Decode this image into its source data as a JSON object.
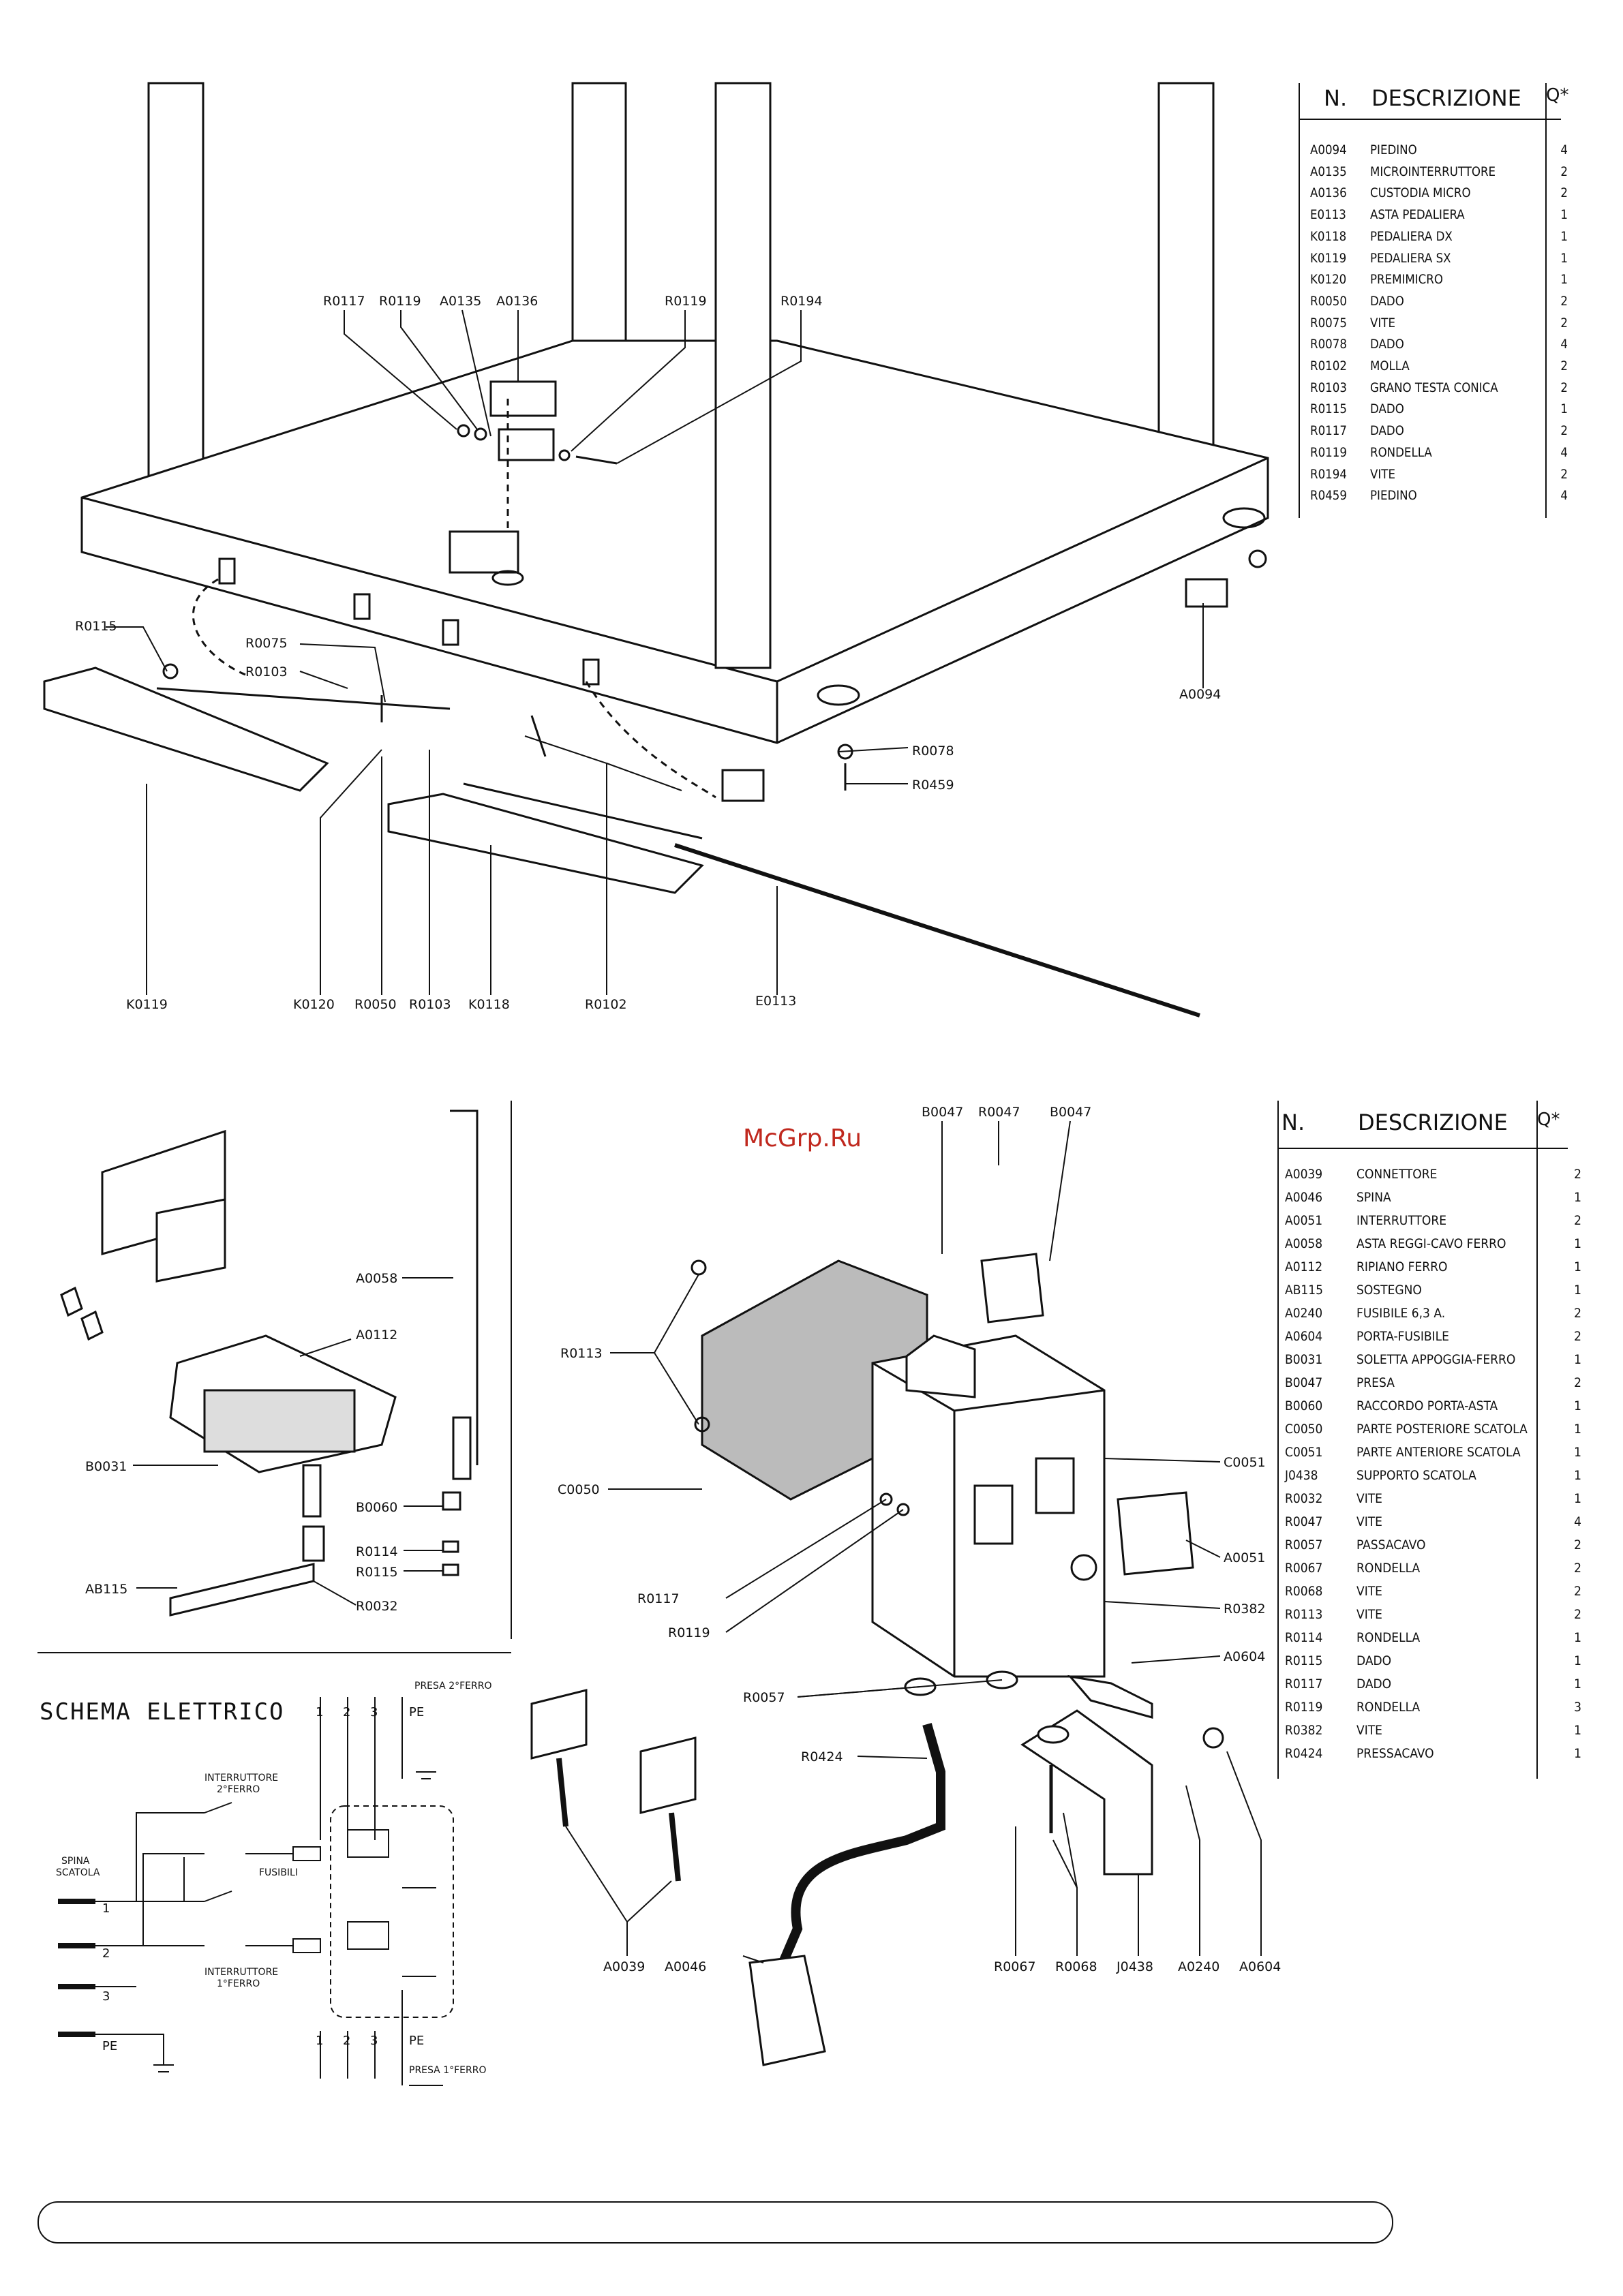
{
  "table1": {
    "headers": {
      "n": "N.",
      "desc": "DESCRIZIONE",
      "q": "Q*"
    },
    "rows": [
      {
        "code": "A0094",
        "desc": "PIEDINO",
        "qty": "4"
      },
      {
        "code": "A0135",
        "desc": "MICROINTERRUTTORE",
        "qty": "2"
      },
      {
        "code": "A0136",
        "desc": "CUSTODIA MICRO",
        "qty": "2"
      },
      {
        "code": "E0113",
        "desc": "ASTA PEDALIERA",
        "qty": "1"
      },
      {
        "code": "K0118",
        "desc": "PEDALIERA DX",
        "qty": "1"
      },
      {
        "code": "K0119",
        "desc": "PEDALIERA SX",
        "qty": "1"
      },
      {
        "code": "K0120",
        "desc": "PREMIMICRO",
        "qty": "1"
      },
      {
        "code": "R0050",
        "desc": "DADO",
        "qty": "2"
      },
      {
        "code": "R0075",
        "desc": "VITE",
        "qty": "2"
      },
      {
        "code": "R0078",
        "desc": "DADO",
        "qty": "4"
      },
      {
        "code": "R0102",
        "desc": "MOLLA",
        "qty": "2"
      },
      {
        "code": "R0103",
        "desc": "GRANO TESTA CONICA",
        "qty": "2"
      },
      {
        "code": "R0115",
        "desc": "DADO",
        "qty": "1"
      },
      {
        "code": "R0117",
        "desc": "DADO",
        "qty": "2"
      },
      {
        "code": "R0119",
        "desc": "RONDELLA",
        "qty": "4"
      },
      {
        "code": "R0194",
        "desc": "VITE",
        "qty": "2"
      },
      {
        "code": "R0459",
        "desc": "PIEDINO",
        "qty": "4"
      }
    ]
  },
  "table2": {
    "headers": {
      "n": "N.",
      "desc": "DESCRIZIONE",
      "q": "Q*"
    },
    "rows": [
      {
        "code": "A0039",
        "desc": "CONNETTORE",
        "qty": "2"
      },
      {
        "code": "A0046",
        "desc": "SPINA",
        "qty": "1"
      },
      {
        "code": "A0051",
        "desc": "INTERRUTTORE",
        "qty": "2"
      },
      {
        "code": "A0058",
        "desc": "ASTA REGGI-CAVO FERRO",
        "qty": "1"
      },
      {
        "code": "A0112",
        "desc": "RIPIANO FERRO",
        "qty": "1"
      },
      {
        "code": "AB115",
        "desc": "SOSTEGNO",
        "qty": "1"
      },
      {
        "code": "A0240",
        "desc": "FUSIBILE 6,3 A.",
        "qty": "2"
      },
      {
        "code": "A0604",
        "desc": "PORTA-FUSIBILE",
        "qty": "2"
      },
      {
        "code": "B0031",
        "desc": "SOLETTA APPOGGIA-FERRO",
        "qty": "1"
      },
      {
        "code": "B0047",
        "desc": "PRESA",
        "qty": "2"
      },
      {
        "code": "B0060",
        "desc": "RACCORDO PORTA-ASTA",
        "qty": "1"
      },
      {
        "code": "C0050",
        "desc": "PARTE POSTERIORE SCATOLA",
        "qty": "1"
      },
      {
        "code": "C0051",
        "desc": "PARTE ANTERIORE SCATOLA",
        "qty": "1"
      },
      {
        "code": "J0438",
        "desc": "SUPPORTO SCATOLA",
        "qty": "1"
      },
      {
        "code": "R0032",
        "desc": "VITE",
        "qty": "1"
      },
      {
        "code": "R0047",
        "desc": "VITE",
        "qty": "4"
      },
      {
        "code": "R0057",
        "desc": "PASSACAVO",
        "qty": "2"
      },
      {
        "code": "R0067",
        "desc": "RONDELLA",
        "qty": "2"
      },
      {
        "code": "R0068",
        "desc": "VITE",
        "qty": "2"
      },
      {
        "code": "R0113",
        "desc": "VITE",
        "qty": "2"
      },
      {
        "code": "R0114",
        "desc": "RONDELLA",
        "qty": "1"
      },
      {
        "code": "R0115",
        "desc": "DADO",
        "qty": "1"
      },
      {
        "code": "R0117",
        "desc": "DADO",
        "qty": "1"
      },
      {
        "code": "R0119",
        "desc": "RONDELLA",
        "qty": "3"
      },
      {
        "code": "R0382",
        "desc": "VITE",
        "qty": "1"
      },
      {
        "code": "R0424",
        "desc": "PRESSACAVO",
        "qty": "1"
      }
    ]
  },
  "watermark": "McGrp.Ru",
  "schema": {
    "title": "SCHEMA ELETTRICO",
    "presa2": "PRESA 2°FERRO",
    "presa1": "PRESA 1°FERRO",
    "pe_top": "PE",
    "pe_bottom": "PE",
    "pe_left": "PE",
    "interruttore2_a": "INTERRUTTORE",
    "interruttore2_b": "2°FERRO",
    "interruttore1_a": "INTERRUTTORE",
    "interruttore1_b": "1°FERRO",
    "fusibili": "FUSIBILI",
    "spina_a": "SPINA",
    "spina_b": "SCATOLA",
    "n1": "1",
    "n2": "2",
    "n3": "3",
    "t1": "1",
    "t2": "2",
    "t3": "3",
    "b1": "1",
    "b2": "2",
    "b3": "3"
  },
  "callouts_top": {
    "R0117": "R0117",
    "R0119a": "R0119",
    "A0135": "A0135",
    "A0136": "A0136",
    "R0119b": "R0119",
    "R0194": "R0194",
    "R0115": "R0115",
    "R0075": "R0075",
    "R0103a": "R0103",
    "A0094": "A0094",
    "R0078": "R0078",
    "R0459": "R0459",
    "K0119": "K0119",
    "K0120": "K0120",
    "R0050": "R0050",
    "R0103b": "R0103",
    "K0118": "K0118",
    "R0102": "R0102",
    "E0113": "E0113"
  },
  "callouts_left": {
    "A0058": "A0058",
    "A0112": "A0112",
    "B0031": "B0031",
    "B0060": "B0060",
    "R0114": "R0114",
    "R0115": "R0115",
    "AB115": "AB115",
    "R0032": "R0032"
  },
  "callouts_right": {
    "B0047a": "B0047",
    "R0047": "R0047",
    "B0047b": "B0047",
    "R0113": "R0113",
    "C0050": "C0050",
    "C0051": "C0051",
    "A0051": "A0051",
    "R0117": "R0117",
    "R0119": "R0119",
    "R0382": "R0382",
    "A0604a": "A0604",
    "R0057": "R0057",
    "R0424": "R0424",
    "A0039": "A0039",
    "A0046": "A0046",
    "R0067": "R0067",
    "R0068": "R0068",
    "J0438": "J0438",
    "A0240": "A0240",
    "A0604b": "A0604"
  }
}
